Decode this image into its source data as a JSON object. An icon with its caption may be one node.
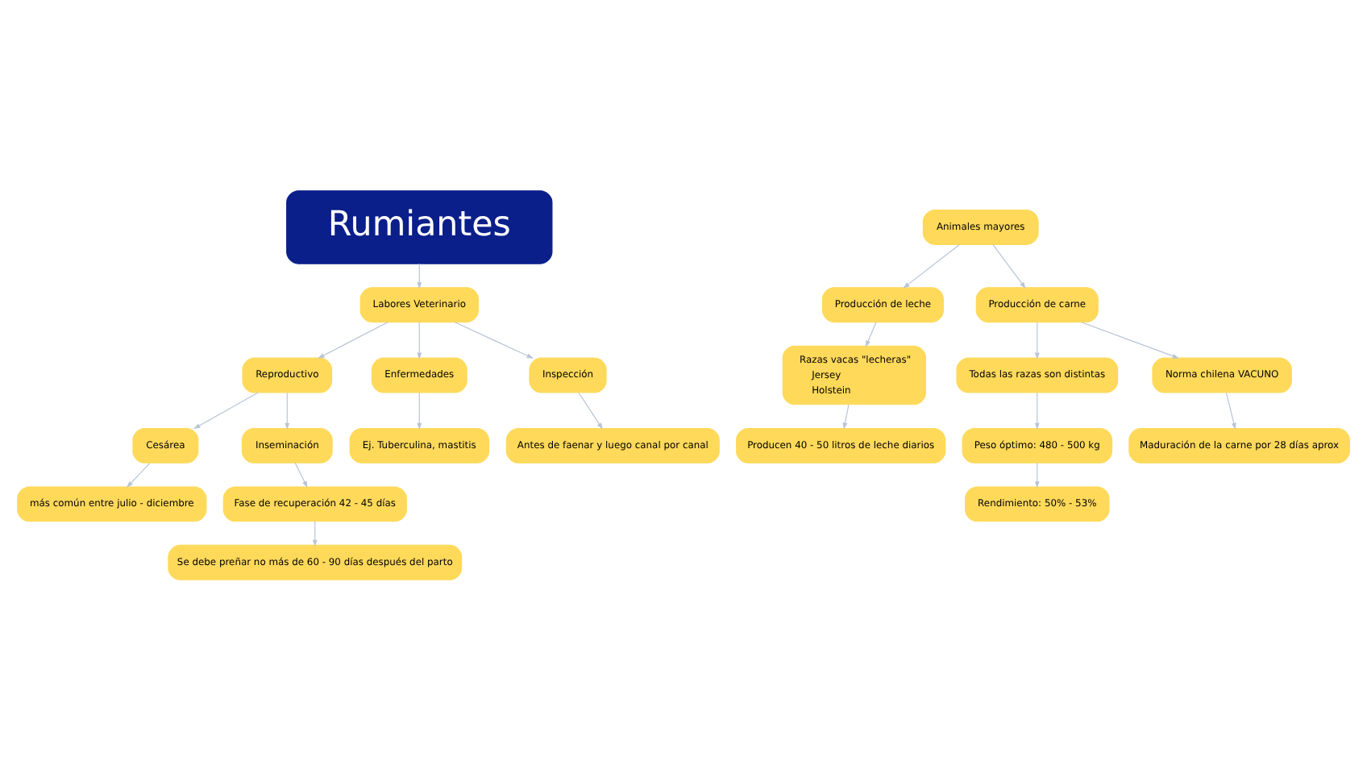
{
  "diagram": {
    "nodes": [
      {
        "text": [
          "Se debe preñar no más de 60 - 90 días después del parto"
        ]
      },
      {
        "text": [
          "más común entre julio - diciembre"
        ]
      },
      {
        "text": [
          "Fase de recuperación 42 - 45 días"
        ]
      },
      {
        "text": [
          "Cesárea"
        ]
      },
      {
        "text": [
          "Inseminación"
        ]
      },
      {
        "text": [
          "Ej. Tuberculina, mastitis"
        ]
      },
      {
        "text": [
          "Antes de faenar y luego canal por canal"
        ]
      },
      {
        "text": [
          "Reproductivo"
        ]
      },
      {
        "text": [
          "Enfermedades"
        ]
      },
      {
        "text": [
          "Inspección"
        ]
      },
      {
        "text": [
          "Labores Veterinario"
        ]
      },
      {
        "text": [
          "Rumiantes"
        ]
      },
      {
        "text": [
          "Animales mayores"
        ]
      },
      {
        "text": [
          "Producción de leche"
        ]
      },
      {
        "text": [
          "Producción de carne"
        ]
      },
      {
        "text": [
          "Razas vacas \"lecheras\"",
          "Jersey",
          "Holstein"
        ]
      },
      {
        "text": [
          "Todas las razas son distintas"
        ]
      },
      {
        "text": [
          "Norma chilena VACUNO"
        ]
      },
      {
        "text": [
          "Producen 40 - 50 litros de leche diarios"
        ]
      },
      {
        "text": [
          "Peso óptimo: 480 - 500 kg"
        ]
      },
      {
        "text": [
          "Maduración de la carne por 28 días aprox"
        ]
      },
      {
        "text": [
          "Rendimiento: 50% - 53%"
        ]
      }
    ],
    "edges": [
      {
        "from": 11,
        "to": 10,
        "arrow": "to"
      },
      {
        "from": 10,
        "to": 7,
        "arrow": "to"
      },
      {
        "from": 10,
        "to": 8,
        "arrow": "to"
      },
      {
        "from": 10,
        "to": 9,
        "arrow": "to"
      },
      {
        "from": 7,
        "to": 3,
        "arrow": "to"
      },
      {
        "from": 7,
        "to": 4,
        "arrow": "to"
      },
      {
        "from": 3,
        "to": 1,
        "arrow": "to"
      },
      {
        "from": 4,
        "to": 2,
        "arrow": "to"
      },
      {
        "from": 2,
        "to": 0,
        "arrow": "to"
      },
      {
        "from": 8,
        "to": 5,
        "arrow": "to"
      },
      {
        "from": 9,
        "to": 6,
        "arrow": "to"
      },
      {
        "from": 12,
        "to": 13,
        "arrow": "to"
      },
      {
        "from": 12,
        "to": 14,
        "arrow": "to"
      },
      {
        "from": 13,
        "to": 15,
        "arrow": "to"
      },
      {
        "from": 15,
        "to": 18,
        "arrow": "to"
      },
      {
        "from": 14,
        "to": 16,
        "arrow": "to"
      },
      {
        "from": 14,
        "to": 17,
        "arrow": "to"
      },
      {
        "from": 16,
        "to": 19,
        "arrow": "to"
      },
      {
        "from": 19,
        "to": 21,
        "arrow": "to"
      },
      {
        "from": 17,
        "to": 20,
        "arrow": "to"
      }
    ]
  }
}
